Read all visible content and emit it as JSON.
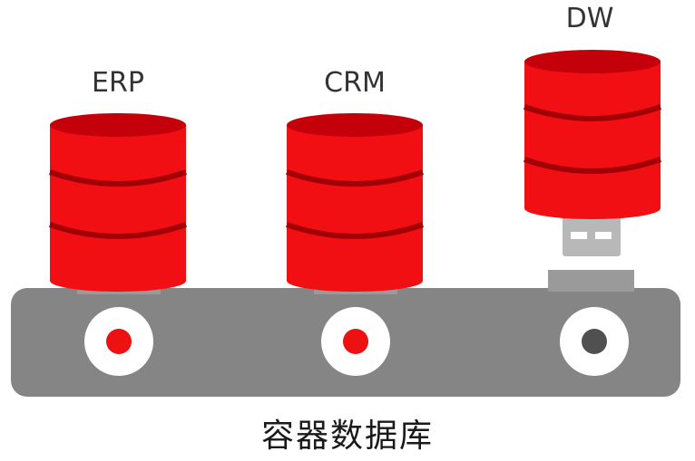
{
  "diagram": {
    "caption": "容器数据库",
    "databases": [
      {
        "label": "ERP",
        "plugged": true
      },
      {
        "label": "CRM",
        "plugged": true
      },
      {
        "label": "DW",
        "plugged": false
      }
    ]
  },
  "colors": {
    "db_red": "#f20f14",
    "db_dark": "#a00006",
    "db_top": "#c4000a",
    "base_gray": "#858585",
    "port_gray": "#9a9a9a",
    "active_dot": "#ee1111",
    "inactive_dot": "#505050"
  }
}
